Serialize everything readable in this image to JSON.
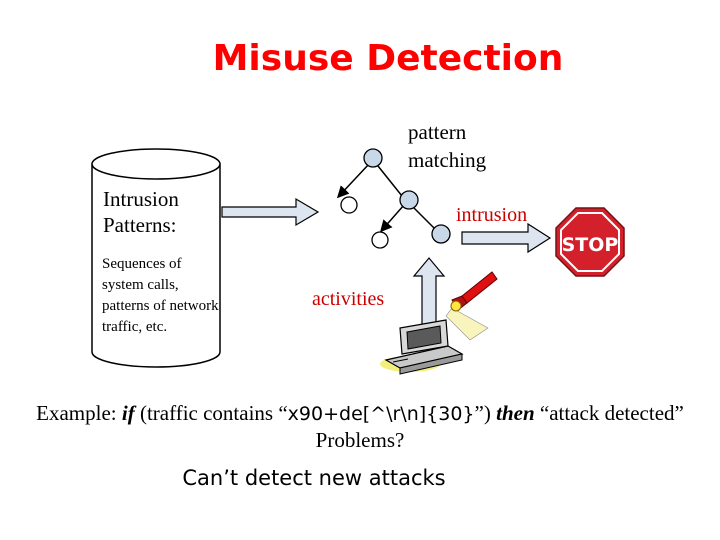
{
  "title": "Misuse Detection",
  "pattern_matching": [
    "pattern",
    "matching"
  ],
  "intrusion_label": "intrusion",
  "activities_label": "activities",
  "database": {
    "title_lines": [
      "Intrusion",
      "Patterns:"
    ],
    "detail": "Sequences of system calls, patterns of network traffic, etc."
  },
  "stop_sign_text": "STOP",
  "example": {
    "prefix": "Example: ",
    "if_kw": "if",
    "mid": " (traffic contains “",
    "code": "x90+de[^\\r\\n]{30}",
    "mid2": "”) ",
    "then_kw": "then",
    "suffix": " “attack detected”"
  },
  "problems": "Problems?",
  "cant_detect": "Can’t detect new attacks",
  "colors": {
    "title": "#ff0000",
    "accent_label": "#cc0000",
    "node_fill": "#c8d8e8",
    "arrow_fill": "#dde6f0",
    "stop_red": "#d4202a"
  }
}
